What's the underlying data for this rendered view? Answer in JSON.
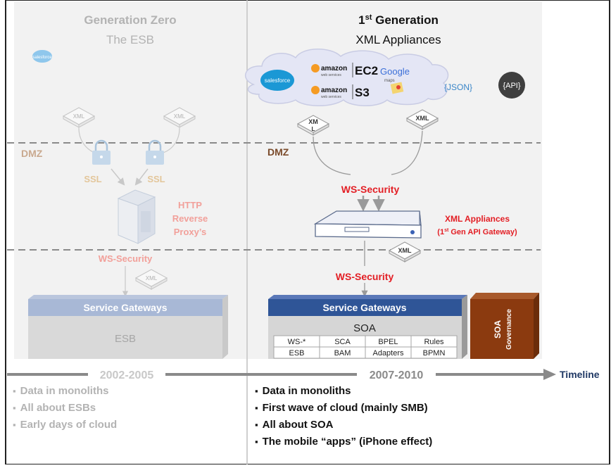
{
  "left": {
    "title": "Generation Zero",
    "subtitle": "The ESB",
    "cloud_logo": "salesforce",
    "xml_icon_label": "XML",
    "dmz_label": "DMZ",
    "ssl_label": "SSL",
    "proxy_label_lines": [
      "HTTP",
      "Reverse",
      "Proxy’s"
    ],
    "ws_security": "WS-Security",
    "gateway_label": "Service Gateways",
    "esb_label": "ESB",
    "period": "2002-2005",
    "bullets": [
      "Data in monoliths",
      "All about ESBs",
      "Early days of cloud"
    ]
  },
  "right": {
    "title_number": "1",
    "title_super": "st",
    "title_rest": " Generation",
    "subtitle": "XML Appliances",
    "cloud": {
      "salesforce": "salesforce",
      "amazon": "amazon",
      "amazon_sub": "web services",
      "ec2": "EC2",
      "s3": "S3",
      "google": "Google",
      "google_sub": "maps",
      "json": "{JSON}",
      "api": "{API}"
    },
    "xml_label": "XML",
    "xml_label_split": [
      "XM",
      "L"
    ],
    "dmz_label": "DMZ",
    "ws_security_top": "WS-Security",
    "appliance_title": "XML Appliances",
    "appliance_sub_pre": "(1",
    "appliance_sub_super": "st",
    "appliance_sub_post": " Gen API Gateway)",
    "ws_security_bottom": "WS-Security",
    "gateway_label": "Service Gateways",
    "soa_label": "SOA",
    "soa_grid": [
      [
        "WS-*",
        "SCA",
        "BPEL",
        "Rules"
      ],
      [
        "ESB",
        "BAM",
        "Adapters",
        "BPMN"
      ]
    ],
    "governance_lines": [
      "SOA",
      "Governance"
    ],
    "period": "2007-2010",
    "bullets": [
      "Data in monoliths",
      "First wave of cloud (mainly SMB)",
      "All about SOA",
      "The mobile “apps” (iPhone effect)"
    ]
  },
  "timeline_label": "Timeline",
  "colors": {
    "left_text": "#b3b3b3",
    "dmz_left": "#c9a98f",
    "dmz_right": "#7a4a2a",
    "red": "#e31e24",
    "pale_red": "#f2a09a",
    "navy": "#2f5597",
    "governance": "#8b3a0f"
  }
}
